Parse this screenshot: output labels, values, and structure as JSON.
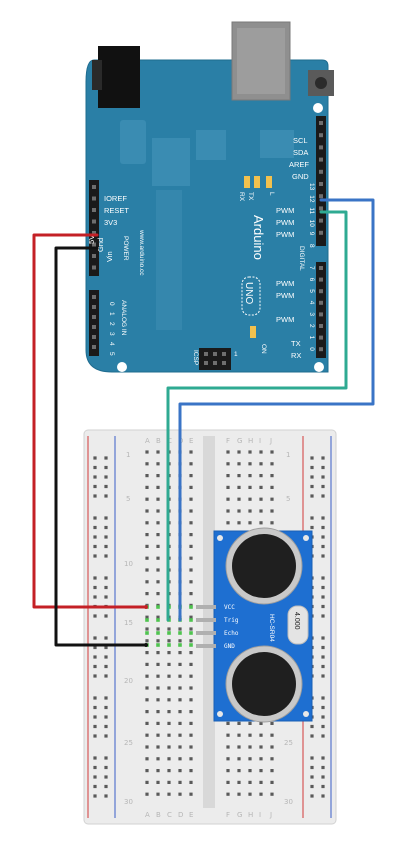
{
  "arduino": {
    "brand": "Arduino",
    "model": "UNO",
    "url": "www.arduino.cc",
    "labels": {
      "ioref": "IOREF",
      "reset": "RESET",
      "v33": "3V3",
      "v5": "5V",
      "gnd": "Gnd",
      "vin": "Vin",
      "power": "POWER",
      "analog_in": "ANALOG IN",
      "analog_nums": [
        "0",
        "1",
        "2",
        "3",
        "4",
        "5"
      ],
      "scl": "SCL",
      "sda": "SDA",
      "aref": "AREF",
      "gnd_top": "GND",
      "tx_led": "TX",
      "rx_led": "RX",
      "l_led": "L",
      "on": "ON",
      "icsp": "ICSP",
      "digital": "DIGITAL",
      "pwm": "PWM",
      "tx": "TX",
      "rx": "RX",
      "digital_upper": [
        "13",
        "12",
        "11",
        "10",
        "9",
        "8"
      ],
      "digital_lower": [
        "7",
        "6",
        "5",
        "4",
        "3",
        "2",
        "1",
        "0"
      ],
      "icsp_num": "1"
    },
    "color": "#2a7fa6"
  },
  "breadboard": {
    "columns_left": [
      "A",
      "B",
      "C",
      "D",
      "E"
    ],
    "columns_right": [
      "F",
      "G",
      "H",
      "I",
      "J"
    ],
    "row_numbers": [
      "1",
      "5",
      "10",
      "15",
      "20",
      "25",
      "30"
    ]
  },
  "sensor": {
    "model": "HC-SR04",
    "crystal": "4.000",
    "pins": [
      "VCC",
      "Trig",
      "Echo",
      "GND"
    ],
    "color": "#1e6fd1"
  },
  "wires": {
    "vcc": "#c42026",
    "gnd": "#111111",
    "trig": "#2faa92",
    "echo": "#3a74c6"
  }
}
